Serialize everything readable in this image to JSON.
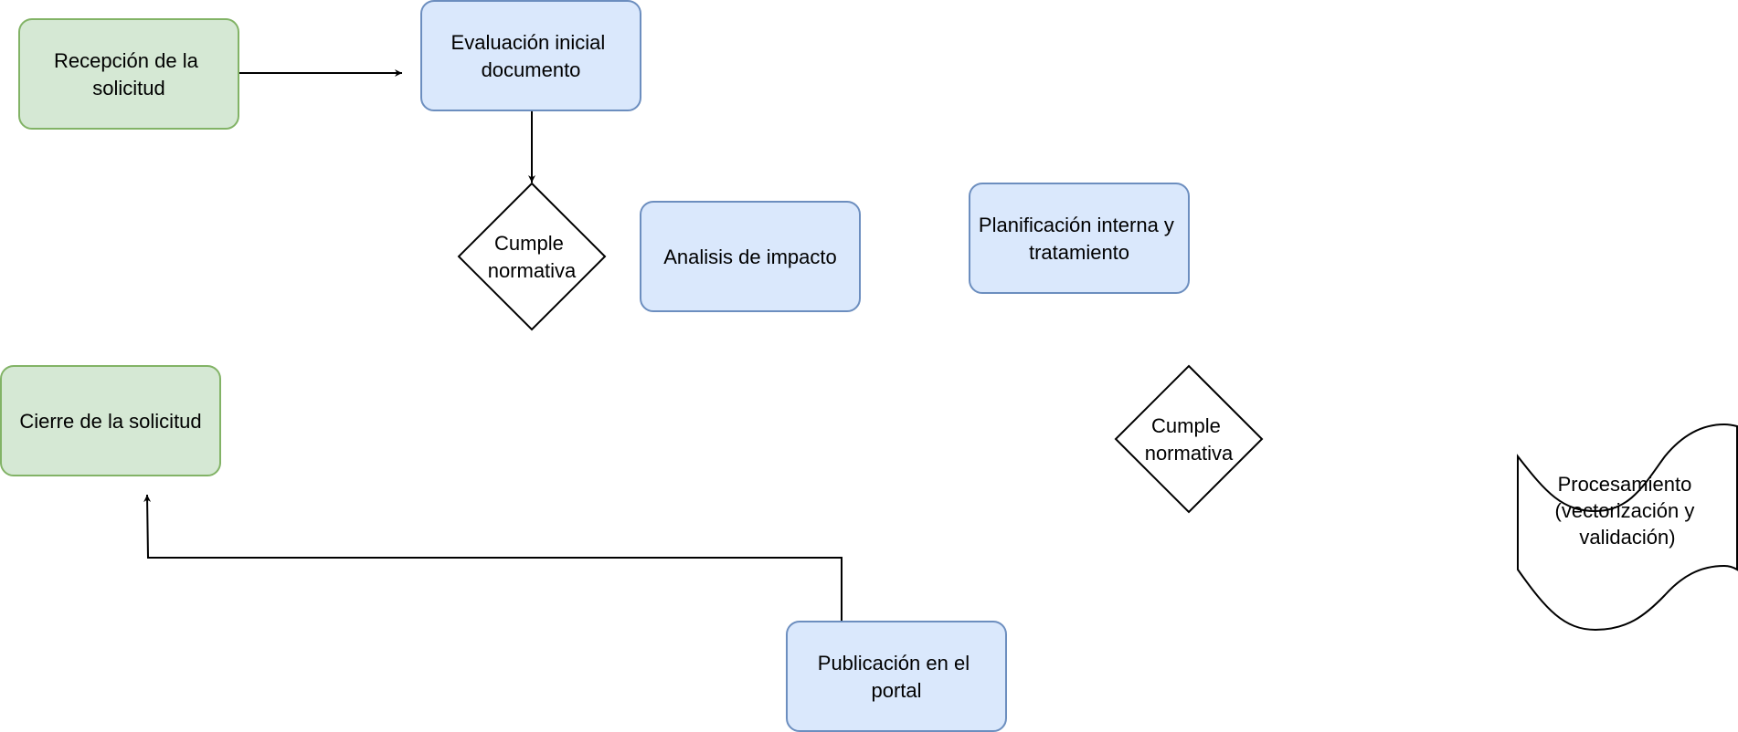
{
  "diagram": {
    "colors": {
      "process_fill": "#dae8fc",
      "process_stroke": "#6c8ebf",
      "terminal_fill": "#d5e8d4",
      "terminal_stroke": "#82b366",
      "decision_fill": "#ffffff",
      "decision_stroke": "#000000",
      "edge": "#000000"
    },
    "nodes": {
      "reception": {
        "lines": [
          "Recepción de la",
          "solicitud"
        ],
        "shape": "rounded-rectangle",
        "style": "terminal"
      },
      "evaluation": {
        "lines": [
          "Evaluación inicial",
          "documento"
        ],
        "shape": "rounded-rectangle",
        "style": "process"
      },
      "decision_1": {
        "lines": [
          "Cumple",
          "normativa"
        ],
        "shape": "diamond"
      },
      "impact": {
        "lines": [
          "Analisis de impacto"
        ],
        "shape": "rounded-rectangle",
        "style": "process"
      },
      "planning": {
        "lines": [
          "Planificación interna y",
          "tratamiento"
        ],
        "shape": "rounded-rectangle",
        "style": "process"
      },
      "closure": {
        "lines": [
          "Cierre de la solicitud"
        ],
        "shape": "rounded-rectangle",
        "style": "terminal"
      },
      "decision_2": {
        "lines": [
          "Cumple",
          "normativa"
        ],
        "shape": "diamond"
      },
      "processing": {
        "lines": [
          "Procesamiento",
          "(vectorización y",
          "validación)"
        ],
        "shape": "tape"
      },
      "publication": {
        "lines": [
          "Publicación en el",
          "portal"
        ],
        "shape": "rounded-rectangle",
        "style": "process"
      }
    },
    "edges": [
      {
        "from": "reception",
        "to": "evaluation"
      },
      {
        "from": "evaluation",
        "to": "decision_1"
      },
      {
        "from": "publication",
        "to": "closure"
      }
    ]
  }
}
